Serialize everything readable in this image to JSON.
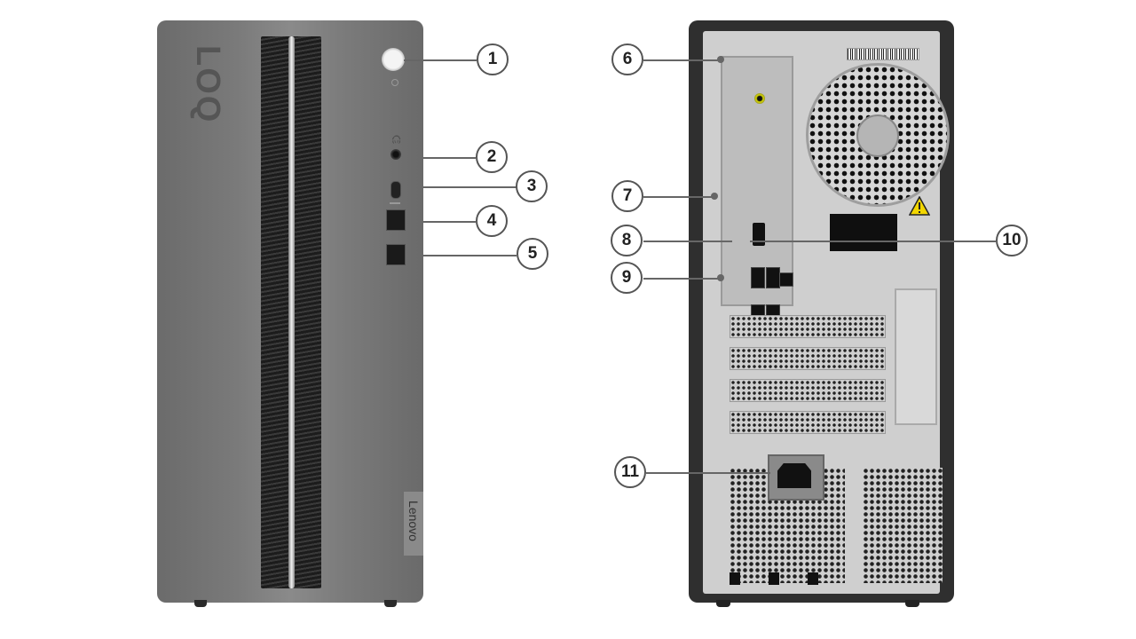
{
  "front": {
    "brand_logo": "LOQ",
    "badge_text": "Lenovo"
  },
  "callouts": [
    "1",
    "2",
    "3",
    "4",
    "5",
    "6",
    "7",
    "8",
    "9",
    "10",
    "11"
  ],
  "icons": {
    "power": "power-button-icon",
    "headset": "headset-icon",
    "warning": "warning-triangle-icon"
  },
  "colors": {
    "chassis_front": "#7a7a7a",
    "chassis_rear": "#2f2f2f",
    "plate": "#cfcfcf",
    "callout_border": "#555555",
    "warning": "#f2d600"
  }
}
